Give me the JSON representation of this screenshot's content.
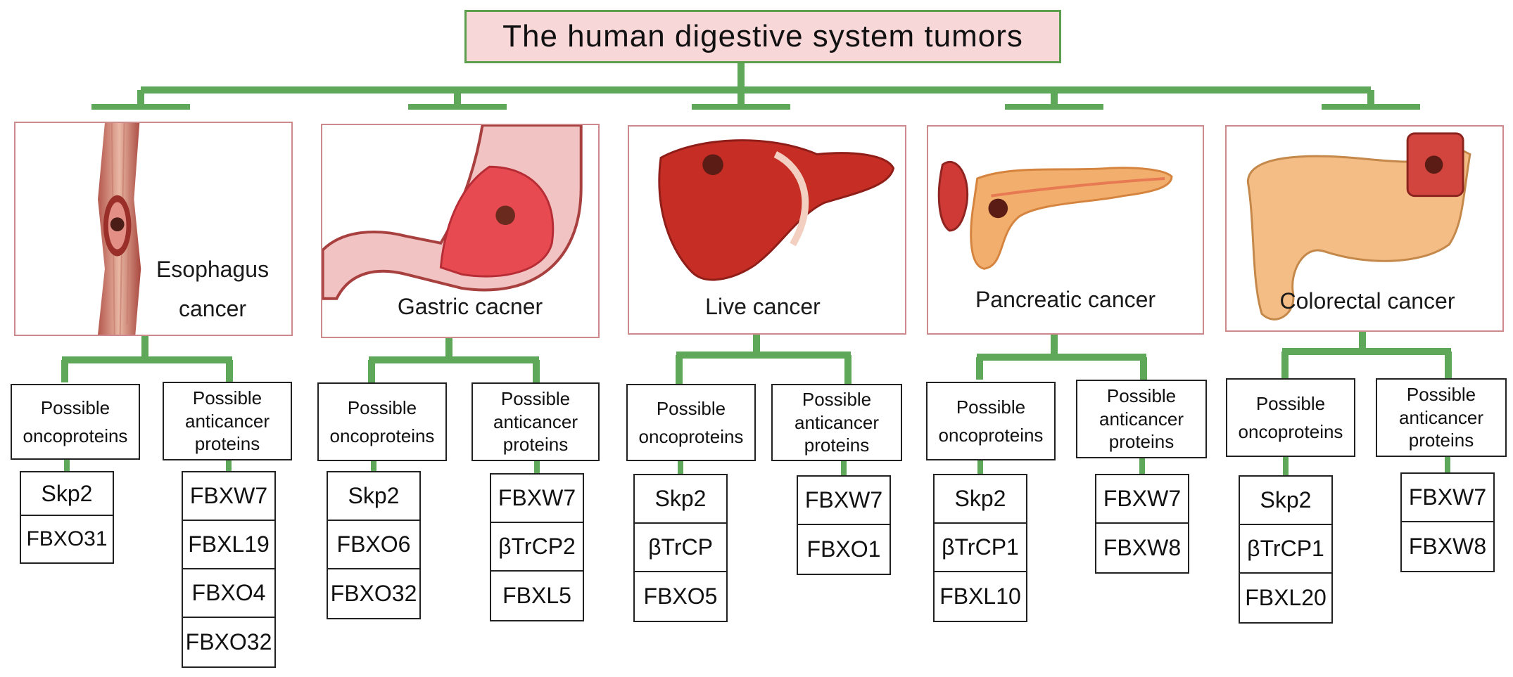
{
  "title": "The human digestive system tumors",
  "colors": {
    "connector": "#5fa85a",
    "panel_border": "#cd8a8c",
    "title_fill": "#f8d7d8"
  },
  "cancers": [
    {
      "label_lines": [
        "Esophagus",
        "cancer"
      ],
      "organ": "esophagus-illustration",
      "oncoproteins_label": [
        "Possible",
        "oncoproteins"
      ],
      "anticancer_label": [
        "Possible",
        "anticancer",
        "proteins"
      ],
      "oncoproteins": [
        "Skp2",
        "FBXO31"
      ],
      "anticancer": [
        "FBXW7",
        "FBXL19",
        "FBXO4",
        "FBXO32"
      ]
    },
    {
      "label_lines": [
        "Gastric cacner"
      ],
      "organ": "stomach-illustration",
      "oncoproteins_label": [
        "Possible",
        "oncoproteins"
      ],
      "anticancer_label": [
        "Possible",
        "anticancer",
        "proteins"
      ],
      "oncoproteins": [
        "Skp2",
        "FBXO6",
        "FBXO32"
      ],
      "anticancer": [
        "FBXW7",
        "βTrCP2",
        "FBXL5"
      ]
    },
    {
      "label_lines": [
        "Live cancer"
      ],
      "organ": "liver-illustration",
      "oncoproteins_label": [
        "Possible",
        "oncoproteins"
      ],
      "anticancer_label": [
        "Possible",
        "anticancer",
        "proteins"
      ],
      "oncoproteins": [
        "Skp2",
        "βTrCP",
        "FBXO5"
      ],
      "anticancer": [
        "FBXW7",
        "FBXO1"
      ]
    },
    {
      "label_lines": [
        "Pancreatic cancer"
      ],
      "organ": "pancreas-illustration",
      "oncoproteins_label": [
        "Possible",
        "oncoproteins"
      ],
      "anticancer_label": [
        "Possible",
        "anticancer",
        "proteins"
      ],
      "oncoproteins": [
        "Skp2",
        "βTrCP1",
        "FBXL10"
      ],
      "anticancer": [
        "FBXW7",
        "FBXW8"
      ]
    },
    {
      "label_lines": [
        "Colorectal cancer"
      ],
      "organ": "colon-illustration",
      "oncoproteins_label": [
        "Possible",
        "oncoproteins"
      ],
      "anticancer_label": [
        "Possible",
        "anticancer",
        "proteins"
      ],
      "oncoproteins": [
        "Skp2",
        "βTrCP1",
        "FBXL20"
      ],
      "anticancer": [
        "FBXW7",
        "FBXW8"
      ]
    }
  ]
}
